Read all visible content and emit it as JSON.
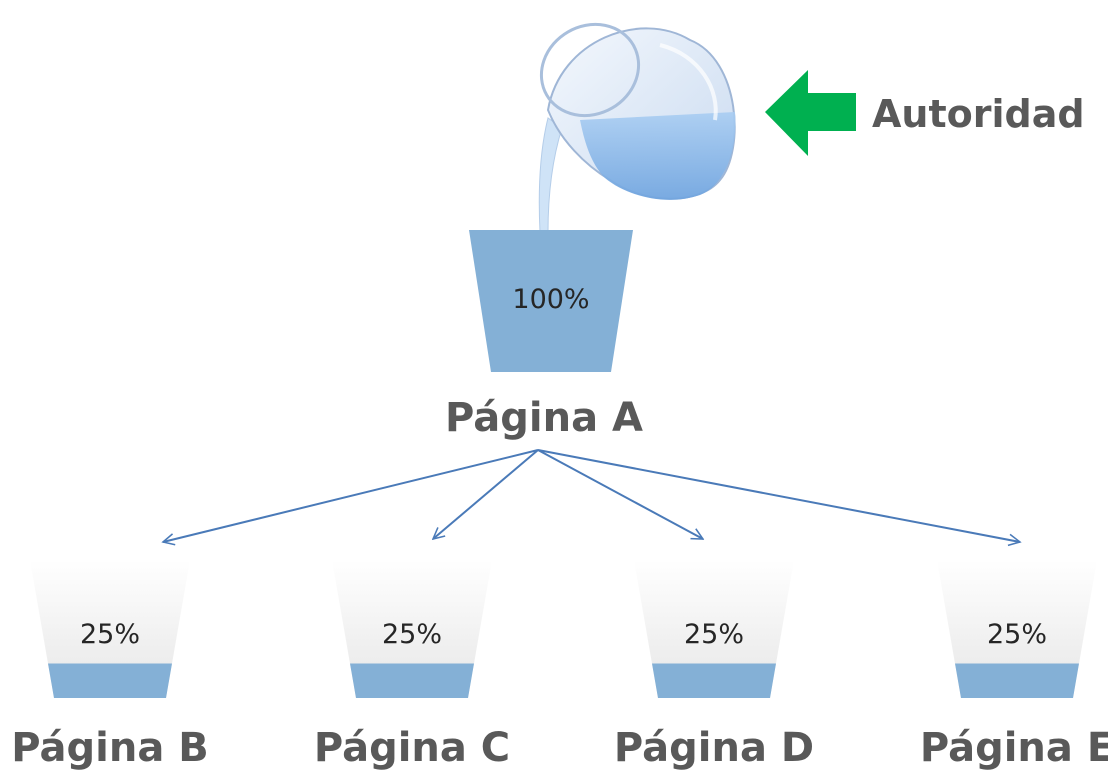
{
  "authority": {
    "label": "Autoridad",
    "arrow_color": "#00b050"
  },
  "source_page": {
    "label": "Página A",
    "percent_label": "100%",
    "fill_fraction": 1.0
  },
  "target_pages": [
    {
      "label": "Página B",
      "percent_label": "25%",
      "fill_fraction": 0.25
    },
    {
      "label": "Página C",
      "percent_label": "25%",
      "fill_fraction": 0.25
    },
    {
      "label": "Página D",
      "percent_label": "25%",
      "fill_fraction": 0.25
    },
    {
      "label": "Página E",
      "percent_label": "25%",
      "fill_fraction": 0.25
    }
  ],
  "colors": {
    "water": "#84b0d6",
    "cup_empty": "#f2f2f2",
    "link_arrow": "#4a7ab8",
    "label_text": "#595959"
  },
  "icons": {
    "pitcher": "pitcher-pouring-icon"
  }
}
